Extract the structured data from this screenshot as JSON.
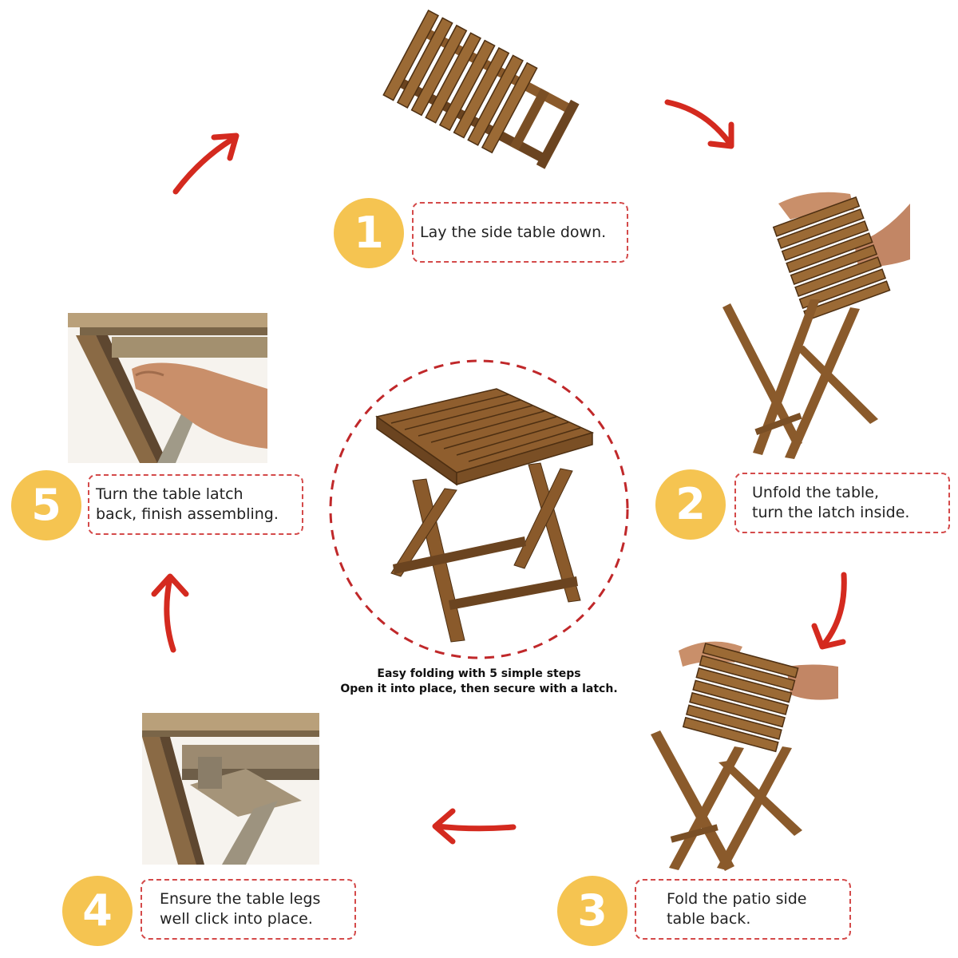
{
  "steps": [
    {
      "number": "1",
      "text": "Lay the side table down.",
      "icon": "folded-table-photo"
    },
    {
      "number": "2",
      "text": "Unfold the table,\nturn the latch inside.",
      "icon": "unfolding-table-photo"
    },
    {
      "number": "3",
      "text": "Fold the patio side\ntable back.",
      "icon": "folding-back-photo"
    },
    {
      "number": "4",
      "text": "Ensure the table legs\nwell click into place.",
      "icon": "legs-closeup-photo"
    },
    {
      "number": "5",
      "text": "Turn the table latch\nback, finish assembling.",
      "icon": "latch-closeup-photo"
    }
  ],
  "center": {
    "line1": "Easy folding with 5 simple steps",
    "line2": "Open it into place, then secure with a latch.",
    "icon": "assembled-table-photo"
  },
  "colors": {
    "badge": "#f5c451",
    "arrow": "#d42a1f",
    "dashed": "#d44a4a",
    "wood": "#8a5a2b",
    "wood_dark": "#5e3a18",
    "wood_light": "#b07a40"
  }
}
